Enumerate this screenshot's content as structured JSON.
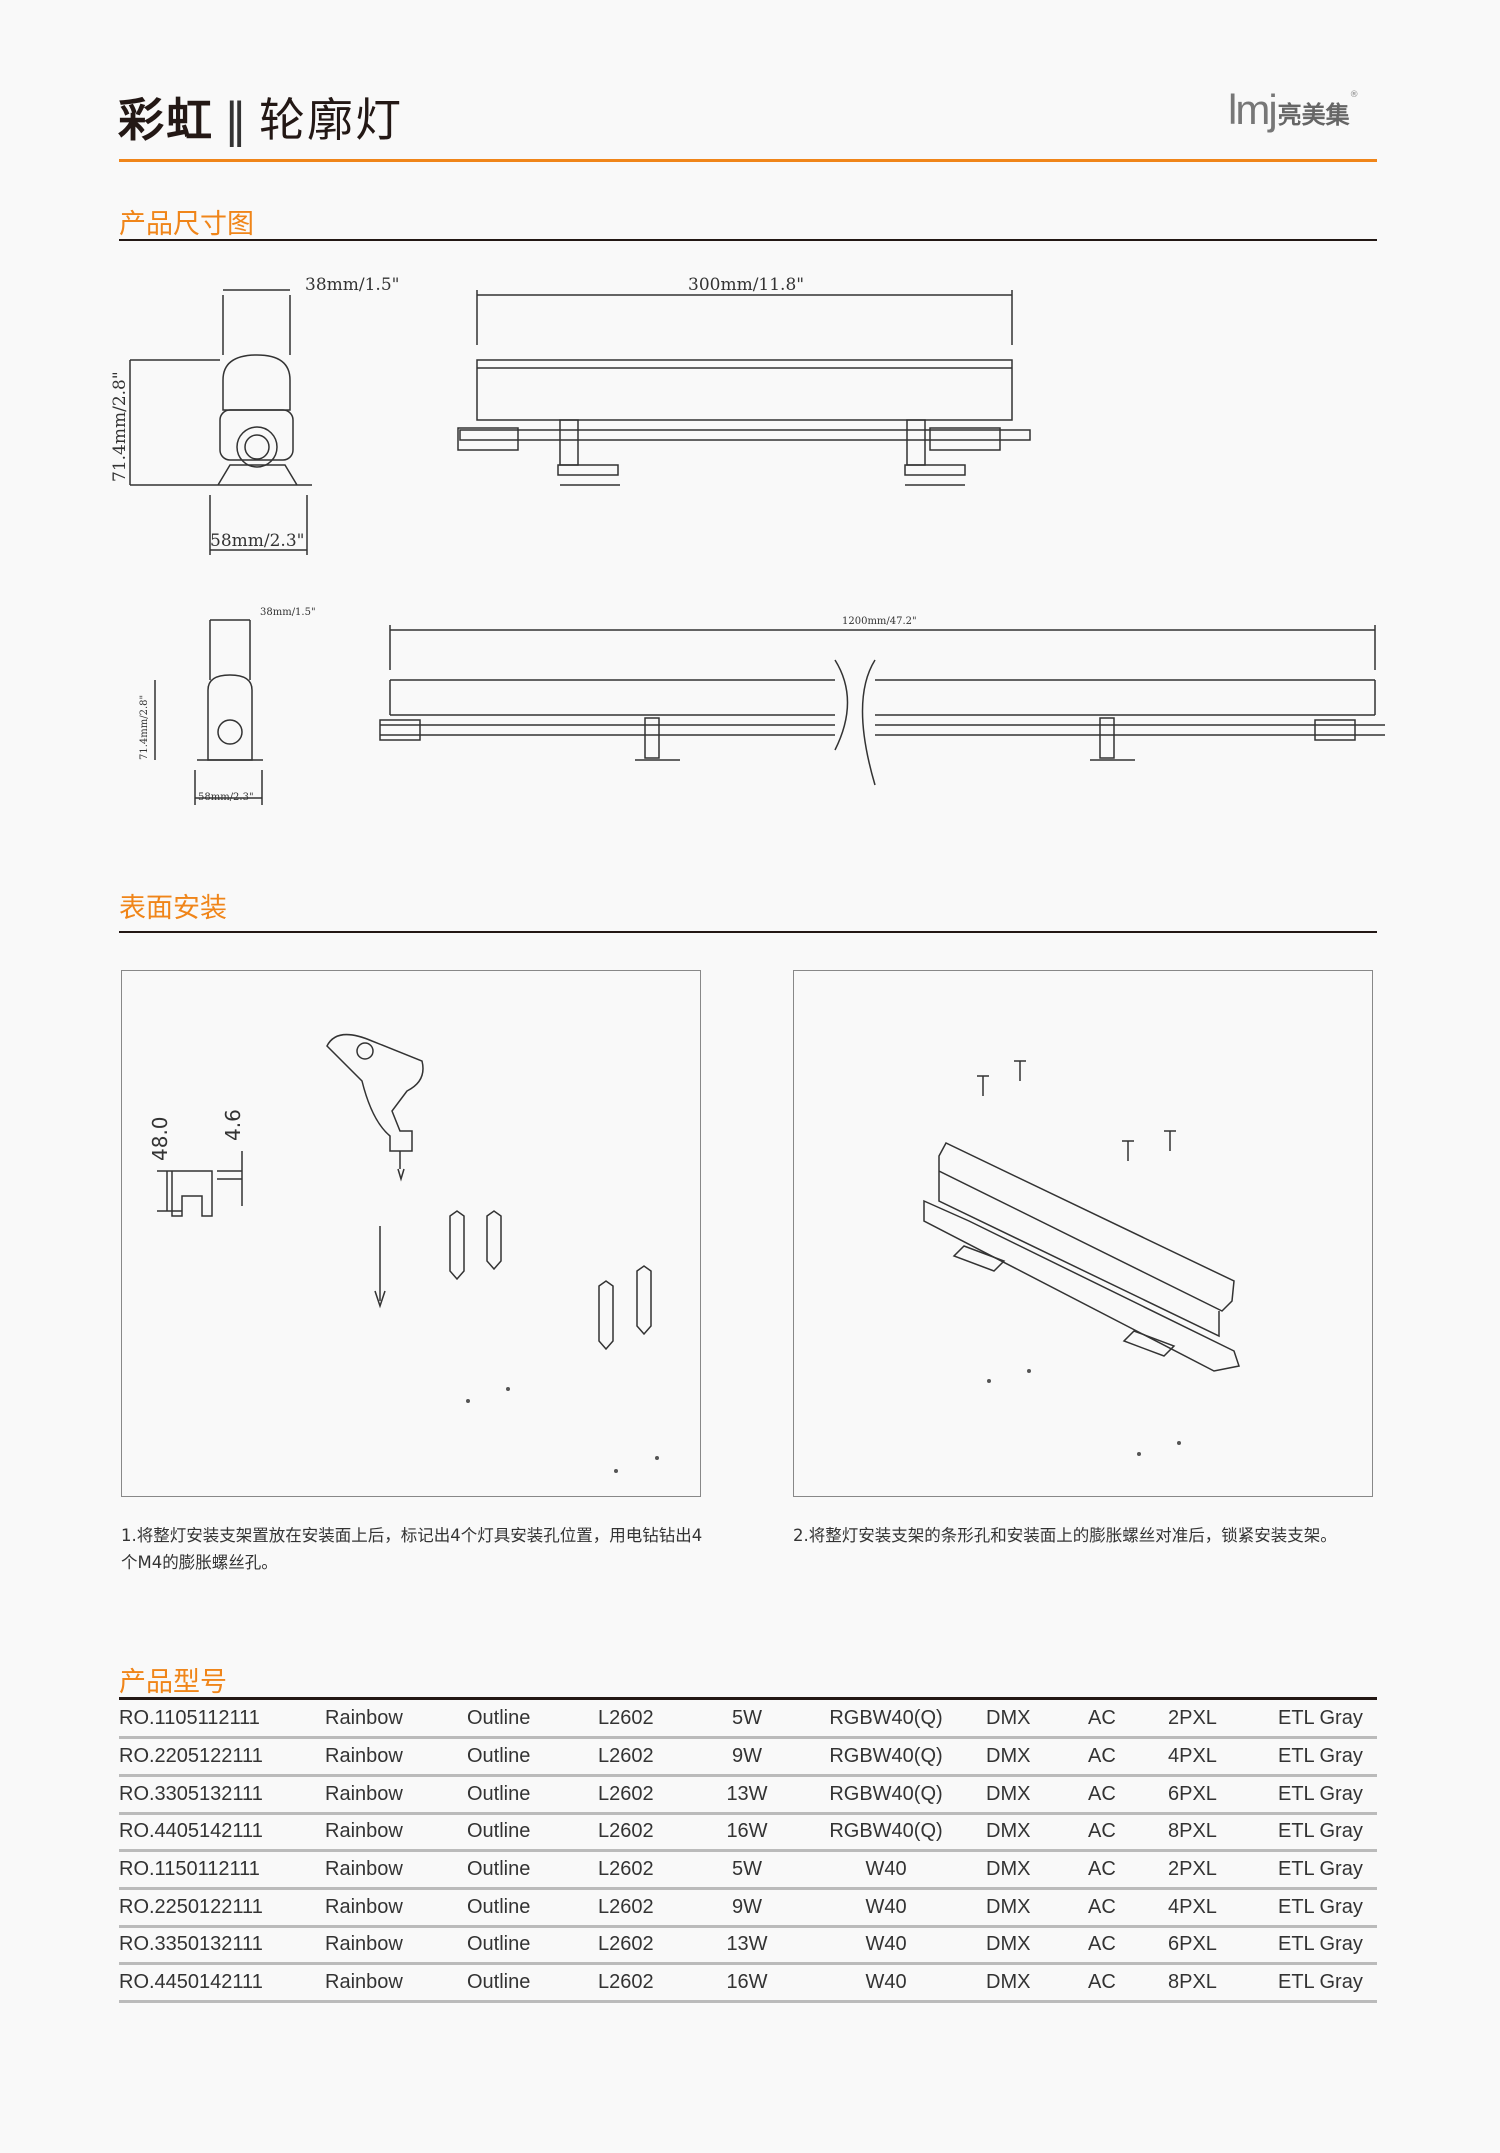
{
  "header": {
    "title_main": "彩虹",
    "title_sep": "‖",
    "title_sub": "轮廓灯",
    "logo_latin": "lmj",
    "logo_cn": "亮美集",
    "logo_reg": "®"
  },
  "sections": {
    "dimensions": "产品尺寸图",
    "mounting": "表面安装",
    "models": "产品型号"
  },
  "dimensions": {
    "width_top": "38mm/1.5\"",
    "height_side": "71.4mm/2.8\"",
    "base_width": "58mm/2.3\"",
    "length_300": "300mm/11.8\"",
    "length_1200": "1200mm/47.2\""
  },
  "mounting": {
    "dim_a": "48.0",
    "dim_b": "4.6",
    "step1": "1.将整灯安装支架置放在安装面上后，标记出4个灯具安装孔位置，用电钻钻出4个M4的膨胀螺丝孔。",
    "step2": "2.将整灯安装支架的条形孔和安装面上的膨胀螺丝对准后，锁紧安装支架。"
  },
  "models": [
    [
      "RO.1105112111",
      "Rainbow",
      "Outline",
      "L2602",
      "5W",
      "RGBW40(Q)",
      "DMX",
      "AC",
      "2PXL",
      "ETL Gray"
    ],
    [
      "RO.2205122111",
      "Rainbow",
      "Outline",
      "L2602",
      "9W",
      "RGBW40(Q)",
      "DMX",
      "AC",
      "4PXL",
      "ETL Gray"
    ],
    [
      "RO.3305132111",
      "Rainbow",
      "Outline",
      "L2602",
      "13W",
      "RGBW40(Q)",
      "DMX",
      "AC",
      "6PXL",
      "ETL Gray"
    ],
    [
      "RO.4405142111",
      "Rainbow",
      "Outline",
      "L2602",
      "16W",
      "RGBW40(Q)",
      "DMX",
      "AC",
      "8PXL",
      "ETL Gray"
    ],
    [
      "RO.1150112111",
      "Rainbow",
      "Outline",
      "L2602",
      "5W",
      "W40",
      "DMX",
      "AC",
      "2PXL",
      "ETL Gray"
    ],
    [
      "RO.2250122111",
      "Rainbow",
      "Outline",
      "L2602",
      "9W",
      "W40",
      "DMX",
      "AC",
      "4PXL",
      "ETL Gray"
    ],
    [
      "RO.3350132111",
      "Rainbow",
      "Outline",
      "L2602",
      "13W",
      "W40",
      "DMX",
      "AC",
      "6PXL",
      "ETL Gray"
    ],
    [
      "RO.4450142111",
      "Rainbow",
      "Outline",
      "L2602",
      "16W",
      "W40",
      "DMX",
      "AC",
      "8PXL",
      "ETL Gray"
    ]
  ],
  "colors": {
    "accent": "#f08519",
    "text": "#231815"
  }
}
